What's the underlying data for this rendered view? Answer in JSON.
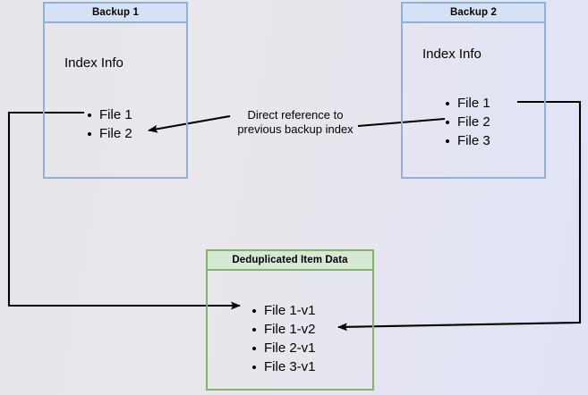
{
  "diagram": {
    "title_absent": true,
    "background_colors": {
      "left": "#e8e6ea",
      "right": "#dfe3f5"
    },
    "palette": {
      "blue_border": "#8fb0d9",
      "blue_header_fill": "#d5e2f5",
      "green_border": "#82b366",
      "green_header_fill": "#d5e8d4",
      "edge_color": "#000000",
      "text_color": "#000000"
    },
    "nodes": [
      {
        "id": "backup1",
        "header": "Backup 1",
        "body_label": "Index Info",
        "items": [
          "File 1",
          "File 2"
        ],
        "style": "blue"
      },
      {
        "id": "backup2",
        "header": "Backup 2",
        "body_label": "Index Info",
        "items": [
          "File 1",
          "File 2",
          "File 3"
        ],
        "style": "blue"
      },
      {
        "id": "dedup",
        "header": "Deduplicated Item Data",
        "body_label": "",
        "items": [
          "File 1-v1",
          "File 1-v2",
          "File 2-v1",
          "File 3-v1"
        ],
        "style": "green"
      }
    ],
    "edge_label": {
      "line1": "Direct reference to",
      "line2": "previous backup index"
    },
    "edges": [
      {
        "id": "backup2-to-backup1",
        "from": "backup2.File 2",
        "to": "backup1.File 2",
        "arrowhead": "at-target",
        "label": "Direct reference to previous backup index"
      },
      {
        "id": "backup1-to-dedup",
        "from": "backup1.File 1",
        "to": "dedup.File 1-v1",
        "arrowhead": "at-target",
        "routing": "left-around"
      },
      {
        "id": "backup2-to-dedup",
        "from": "backup2.File 1",
        "to": "dedup.File 1-v2",
        "arrowhead": "at-target",
        "routing": "right-around"
      }
    ]
  }
}
